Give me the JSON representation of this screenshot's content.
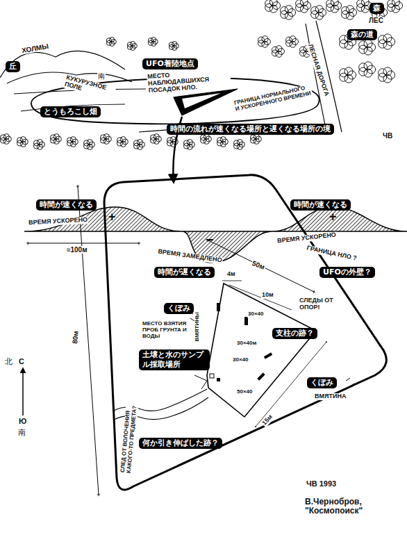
{
  "diagram": {
    "nodes": [
      {
        "text": [
          "森"
        ]
      },
      {
        "text": [
          "森の道"
        ]
      },
      {
        "text": [
          "UFO着陸地点"
        ]
      },
      {
        "text": [
          "丘"
        ]
      },
      {
        "text": [
          "とうもろこし畑"
        ]
      },
      {
        "text": [
          "時間の流れが速くなる場所と遅くなる場所の境"
        ]
      },
      {
        "text": [
          "時間が速くなる"
        ]
      },
      {
        "text": [
          "時間が速くなる"
        ]
      },
      {
        "text": [
          "時間が遅くなる"
        ]
      },
      {
        "text": [
          "UFOの外壁？"
        ]
      },
      {
        "text": [
          "くぼみ"
        ]
      },
      {
        "text": [
          "支柱の跡？"
        ]
      },
      {
        "text": [
          "土壌と水のサンプル採取場所"
        ]
      },
      {
        "text": [
          "くぼみ"
        ]
      },
      {
        "text": [
          "何か引き伸ばした跡？"
        ]
      }
    ],
    "labels": [
      "ЛЕС",
      "ЛЕСНАЯ ДОРОГА",
      "МЕСТО НАБЛЮДАВШИХСЯ ПОСАДОК НЛО.",
      "ХОЛМЫ",
      "南",
      "КУКУРУЗНОЕ ПОЛЕ",
      "ГРАНИЦА НОРМАЛЬНОГО И УСКОРЕННОГО ВРЕМЕНИ",
      "ЧВ",
      "ВРЕМЯ УСКОРЕНО",
      "+",
      "ВРЕМЯ УСКОРЕНО",
      "+",
      "−",
      "≈100м",
      "ВРЕМЯ ЗАМЕДЛЕНО",
      "ГРАНИЦА НЛО ?",
      "50м",
      "80м",
      "北",
      "С",
      "Ю",
      "南",
      "4м",
      "10м",
      "СЛЕДЫ ОТ ОПОР!",
      "30×40",
      "30×40м",
      "30×40",
      "50×40",
      "ВМЯТИНЫ",
      "МЕСТО ВЗЯТИЯ ПРОБ ГРУНТА И ВОДЫ",
      "ВМЯТИНА",
      "15м",
      "СЛЕД ОТ ВОЛОЧЕНИЯ КАКОГО-ТО ПРЕДМЕТА?",
      "ЧВ 1993",
      "В.Чернобров, \"Космопоиск\""
    ]
  }
}
